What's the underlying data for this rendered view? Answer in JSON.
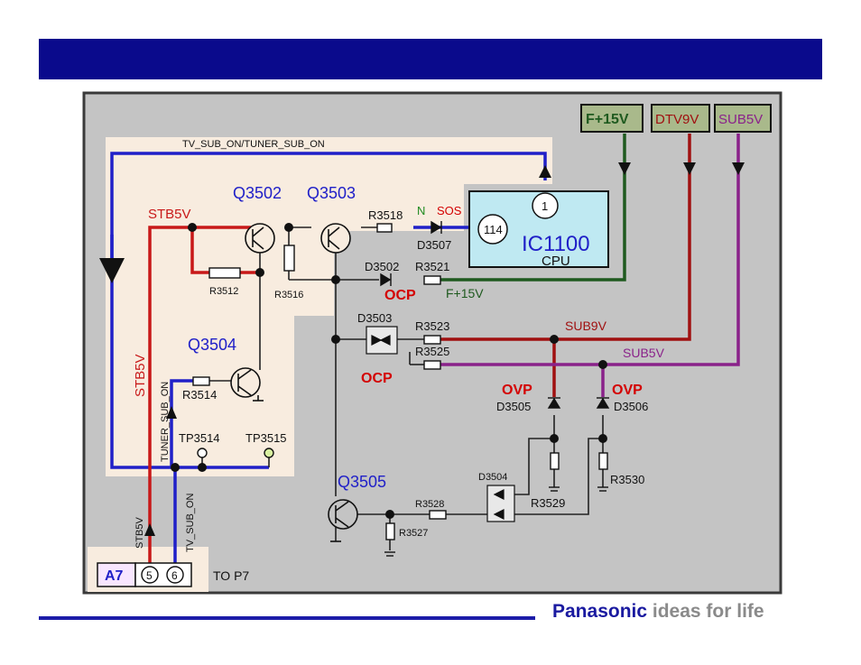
{
  "colors": {
    "title_bar": "#0a0a8c",
    "panel_bg": "#c4c4c4",
    "cream": "#f8ecdf",
    "blue": "#2020c8",
    "red": "#c81818",
    "dark_red": "#a01010",
    "purple": "#8a228a",
    "green": "#1f5a1f",
    "ocp": "#d40000",
    "ic_fill": "#bfe9f2",
    "tag_fill": "#a9b98b",
    "footer_blue": "#1c1ca8",
    "brand_blue": "#1a1aa0",
    "brand_grey": "#8a8a8a"
  },
  "rails": {
    "f15v": "F+15V",
    "dtv9v": "DTV9V",
    "sub5v": "SUB5V"
  },
  "nets": {
    "tv_sub_on_tuner": "TV_SUB_ON/TUNER_SUB_ON",
    "stb5v": "STB5V",
    "stb5v_vertical": "STB5V",
    "tuner_sub_on": "TUNER_SUB_ON",
    "tv_sub_on": "TV_SUB_ON",
    "stb5v_conn": "STB5V",
    "f15v": "F+15V",
    "sub9v": "SUB9V",
    "sub5v": "SUB5V"
  },
  "transistors": {
    "q3502": "Q3502",
    "q3503": "Q3503",
    "q3504": "Q3504",
    "q3505": "Q3505"
  },
  "resistors": {
    "r3518": "R3518",
    "r3512": "R3512",
    "r3516": "R3516",
    "r3521": "R3521",
    "r3523": "R3523",
    "r3525": "R3525",
    "r3514": "R3514",
    "r3528": "R3528",
    "r3527": "R3527",
    "r3529": "R3529",
    "r3530": "R3530"
  },
  "diodes": {
    "d3507": "D3507",
    "d3502": "D3502",
    "d3503": "D3503",
    "d3505": "D3505",
    "d3506": "D3506",
    "d3504": "D3504"
  },
  "ic": {
    "name": "IC1100",
    "sub": "CPU",
    "pin1": "1",
    "pin114": "114",
    "n_label": "N",
    "sos_label": "SOS"
  },
  "protection": {
    "ocp1": "OCP",
    "ocp2": "OCP",
    "ovp1": "OVP",
    "ovp2": "OVP"
  },
  "test_points": {
    "tp3514": "TP3514",
    "tp3515": "TP3515"
  },
  "connector": {
    "name": "A7",
    "pin5": "5",
    "pin6": "6",
    "to": "TO P7"
  },
  "footer": {
    "brand": "Panasonic",
    "tagline": "ideas for life"
  }
}
